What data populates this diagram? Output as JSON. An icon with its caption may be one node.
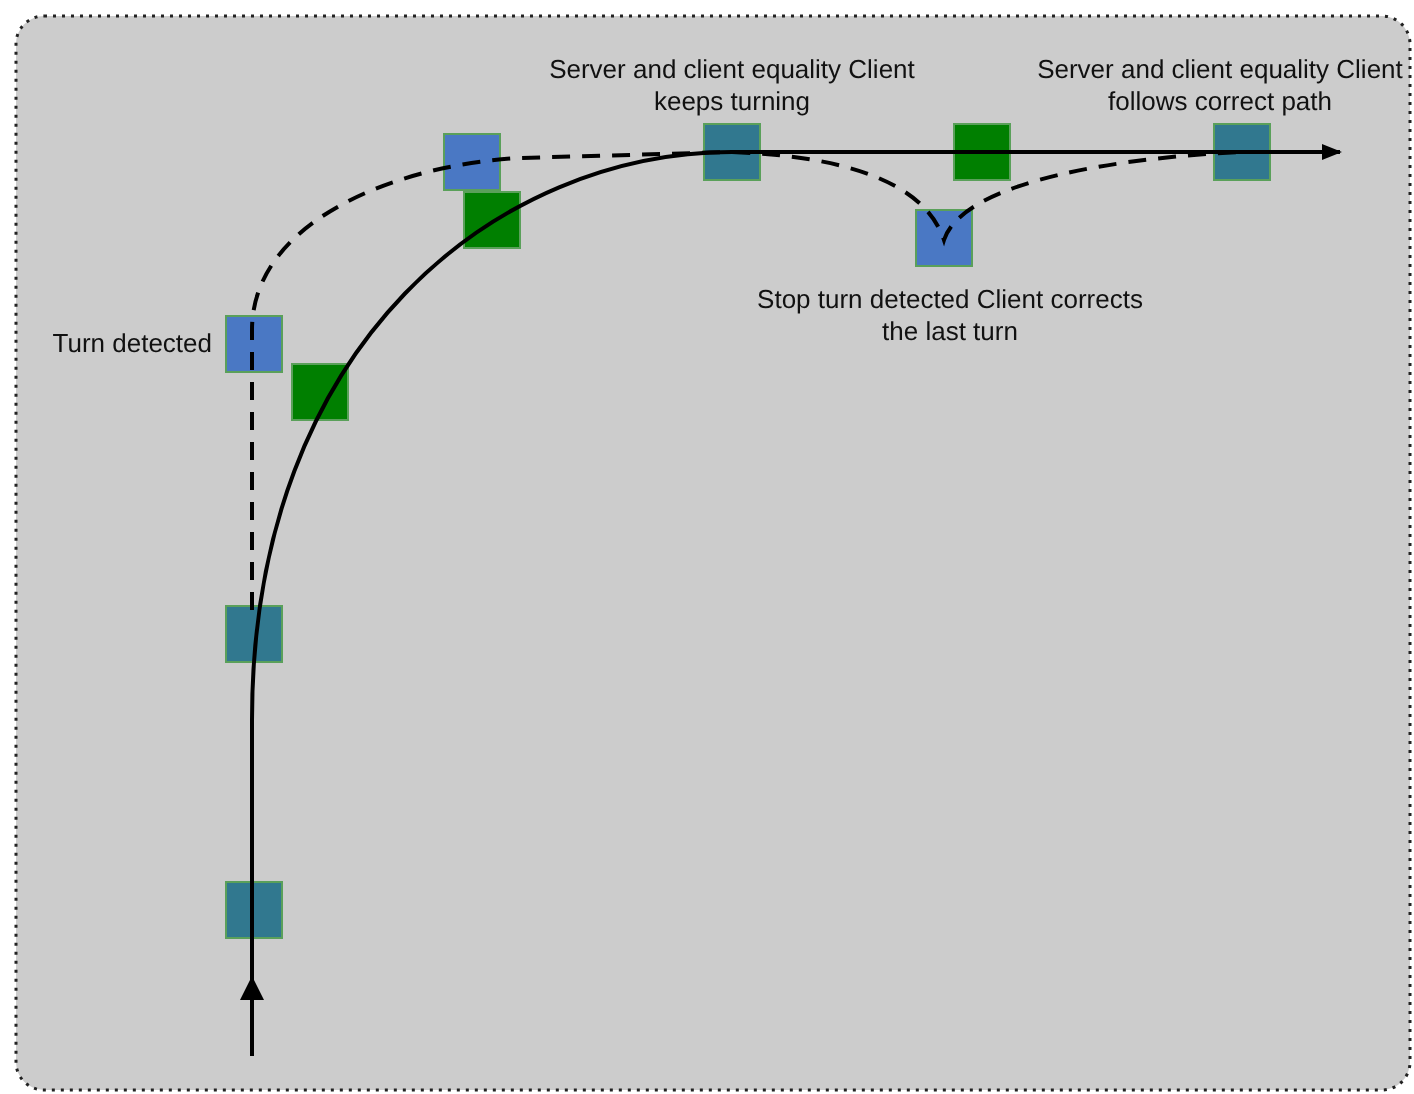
{
  "diagram": {
    "labels": [
      "Server and client equality Client keeps turning",
      "Server and client equality Client follows correct path",
      "Turn detected",
      "Stop turn detected Client corrects the last turn"
    ]
  }
}
